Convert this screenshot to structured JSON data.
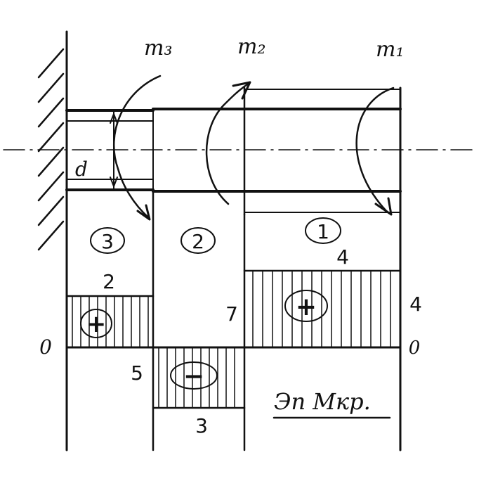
{
  "moments": {
    "m1": "m₁",
    "m2": "m₂",
    "m3": "m₃"
  },
  "diameter_label": "d",
  "section_numbers": [
    "3",
    "2",
    "1"
  ],
  "diagram_values": {
    "sec3_value": "2",
    "sec2_top_value": "7",
    "sec2_left_value": "5",
    "sec2_bottom_value": "3",
    "sec1_top_value": "4",
    "sec1_right_value": "4",
    "zero_left": "0",
    "zero_right": "0"
  },
  "signs": {
    "sec3": "+",
    "sec2": "−",
    "sec1": "+"
  },
  "diagram_title": "Эп Мкр."
}
